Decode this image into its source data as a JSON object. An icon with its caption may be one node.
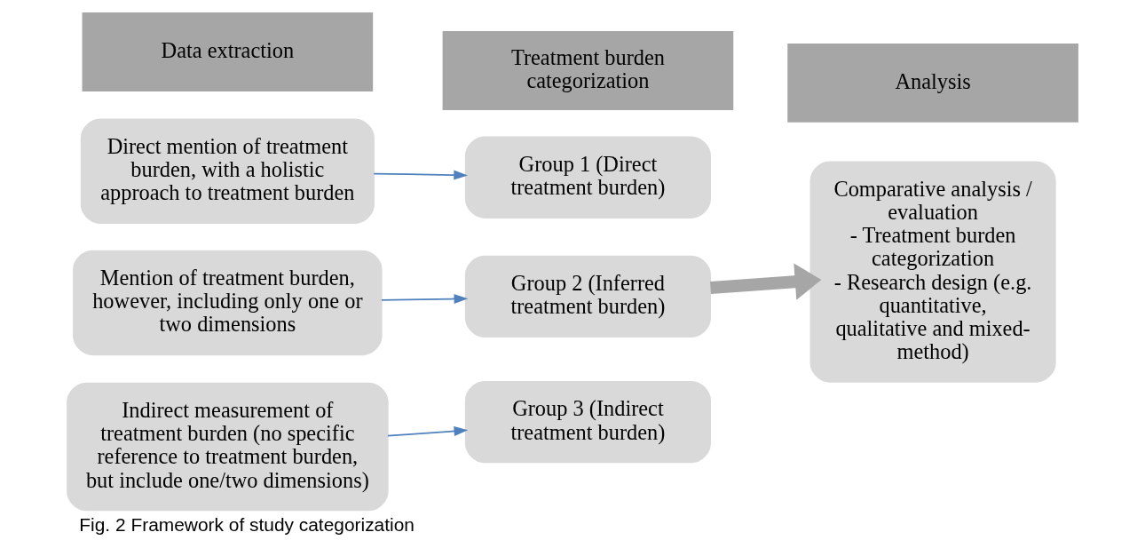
{
  "diagram": {
    "caption": "Fig. 2 Framework of study categorization",
    "nodes": [
      {
        "text": [
          "Data extraction"
        ]
      },
      {
        "text": [
          "Treatment burden categorization"
        ]
      },
      {
        "text": [
          "Analysis"
        ]
      },
      {
        "text": [
          "Direct mention of treatment burden, with a holistic approach to treatment burden"
        ]
      },
      {
        "text": [
          "Group 1 (Direct treatment burden)"
        ]
      },
      {
        "text": [
          "Mention of treatment burden, however, including only one or two dimensions"
        ]
      },
      {
        "text": [
          "Group 2 (Inferred treatment burden)"
        ]
      },
      {
        "text": [
          "Indirect measurement of treatment burden (no specific reference to treatment burden, but include one/two dimensions)"
        ]
      },
      {
        "text": [
          "Group 3 (Indirect treatment burden)"
        ]
      },
      {
        "text": [
          "Comparative analysis / evaluation",
          "- Treatment burden categorization",
          "- Research design (e.g. quantitative, qualitative and mixed-method)"
        ]
      }
    ],
    "edges": [
      {
        "from": 3,
        "to": 4,
        "arrow": "to"
      },
      {
        "from": 5,
        "to": 6,
        "arrow": "to"
      },
      {
        "from": 7,
        "to": 8,
        "arrow": "to"
      },
      {
        "from": 6,
        "to": 9,
        "arrow": "to",
        "style": "thick",
        "color": "#a6a6a6"
      }
    ]
  }
}
